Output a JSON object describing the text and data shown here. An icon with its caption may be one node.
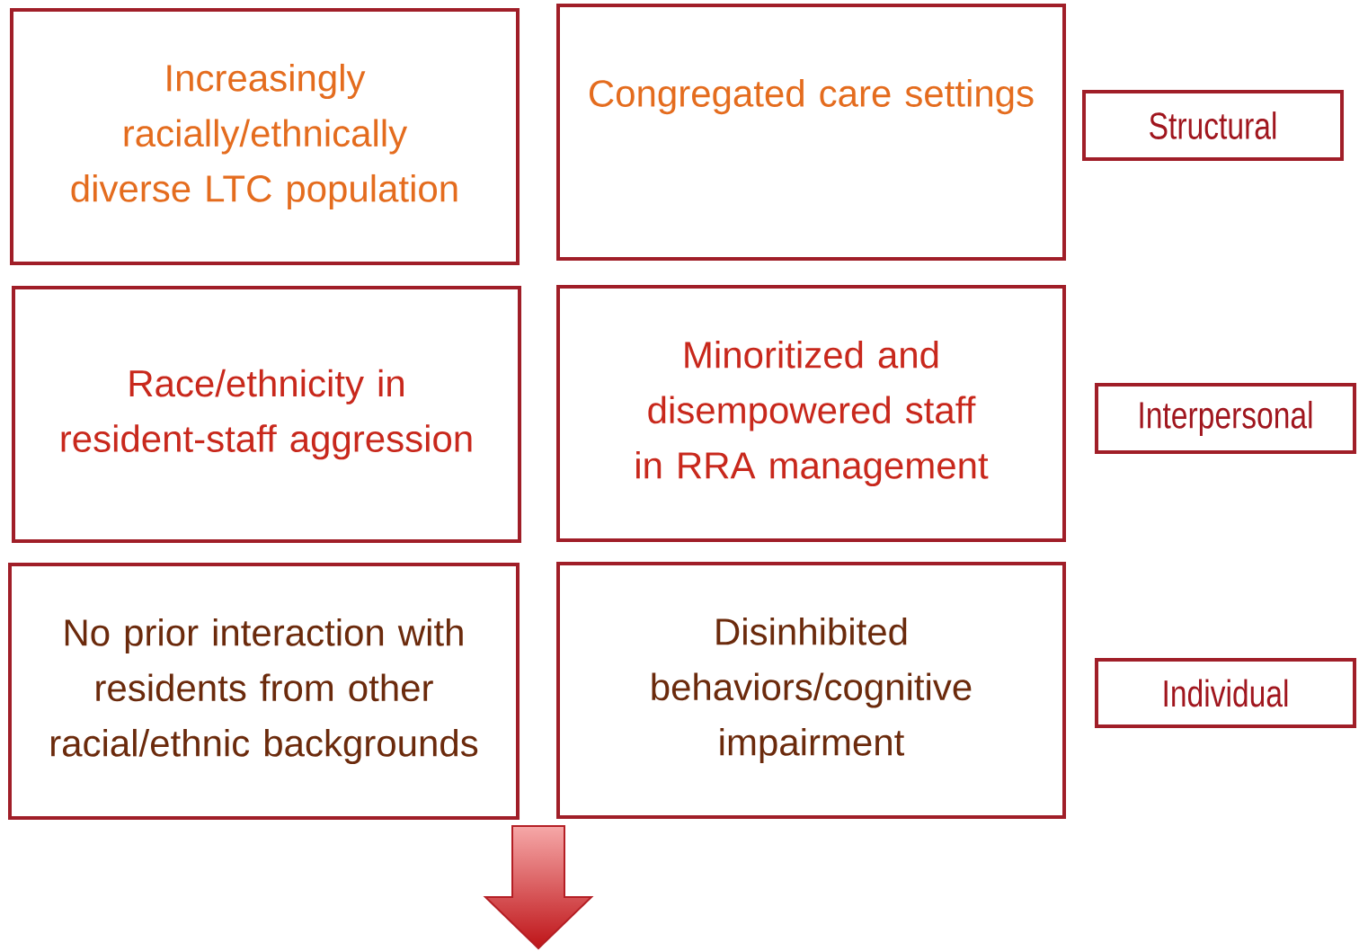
{
  "diagram": {
    "nodes": [
      {
        "text": [
          "Increasingly racially/ethnically diverse LTC population"
        ]
      },
      {
        "text": [
          "Congregated care settings"
        ]
      },
      {
        "text": [
          "Structural"
        ]
      },
      {
        "text": [
          "Race/ethnicity in resident-staff aggression"
        ]
      },
      {
        "text": [
          "Minoritized and disempowered staff in RRA management"
        ]
      },
      {
        "text": [
          "Interpersonal"
        ]
      },
      {
        "text": [
          "No prior interaction with residents from other racial/ethnic backgrounds"
        ]
      },
      {
        "text": [
          "Disinhibited behaviors/cognitive impairment"
        ]
      },
      {
        "text": [
          "Individual"
        ]
      }
    ]
  }
}
